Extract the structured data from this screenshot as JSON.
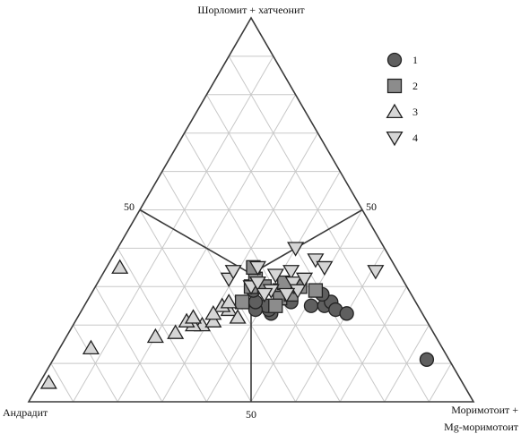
{
  "chart_data": {
    "type": "ternary",
    "apex_labels": {
      "top": "Шорломит + хатчеонит",
      "left": "Андрадит",
      "right_line1": "Моримотоит +",
      "right_line2": "Mg-моримотоит"
    },
    "tick_labels": {
      "left_edge_mid": "50",
      "right_edge_mid": "50",
      "bottom_edge_mid": "50"
    },
    "grid_step": 10,
    "legend": [
      {
        "label": "1",
        "marker": "circle",
        "fill": "#5f5f5f"
      },
      {
        "label": "2",
        "marker": "square",
        "fill": "#8c8c8c"
      },
      {
        "label": "3",
        "marker": "triangle-up",
        "fill": "#d6d6d6"
      },
      {
        "label": "4",
        "marker": "triangle-down",
        "fill": "#d6d6d6"
      }
    ],
    "series": [
      {
        "name": "1",
        "marker": "circle",
        "points": [
          {
            "top": 23,
            "left": 34,
            "right": 43
          },
          {
            "top": 24,
            "left": 34,
            "right": 42
          },
          {
            "top": 25,
            "left": 34,
            "right": 41
          },
          {
            "top": 24,
            "left": 37,
            "right": 39
          },
          {
            "top": 26,
            "left": 36,
            "right": 38
          },
          {
            "top": 29,
            "left": 35,
            "right": 36
          },
          {
            "top": 27,
            "left": 29,
            "right": 44
          },
          {
            "top": 26,
            "left": 28,
            "right": 46
          },
          {
            "top": 25,
            "left": 24,
            "right": 51
          },
          {
            "top": 25,
            "left": 21,
            "right": 54
          },
          {
            "top": 26,
            "left": 19,
            "right": 55
          },
          {
            "top": 24,
            "left": 19,
            "right": 57
          },
          {
            "top": 23,
            "left": 17,
            "right": 60
          },
          {
            "top": 28,
            "left": 20,
            "right": 52
          },
          {
            "top": 29,
            "left": 27,
            "right": 44
          },
          {
            "top": 11,
            "left": 5,
            "right": 84
          }
        ]
      },
      {
        "name": "2",
        "marker": "square",
        "points": [
          {
            "top": 26,
            "left": 39,
            "right": 35
          },
          {
            "top": 30,
            "left": 35,
            "right": 35
          },
          {
            "top": 32,
            "left": 33,
            "right": 35
          },
          {
            "top": 30,
            "left": 32,
            "right": 38
          },
          {
            "top": 29,
            "left": 29,
            "right": 42
          },
          {
            "top": 27,
            "left": 30,
            "right": 43
          },
          {
            "top": 28,
            "left": 27,
            "right": 45
          },
          {
            "top": 30,
            "left": 24,
            "right": 46
          },
          {
            "top": 29,
            "left": 21,
            "right": 50
          },
          {
            "top": 35,
            "left": 32,
            "right": 33
          },
          {
            "top": 31,
            "left": 27,
            "right": 42
          },
          {
            "top": 25,
            "left": 32,
            "right": 43
          }
        ]
      },
      {
        "name": "3",
        "marker": "triangle-up",
        "points": [
          {
            "top": 35,
            "left": 62,
            "right": 3
          },
          {
            "top": 14,
            "left": 79,
            "right": 7
          },
          {
            "top": 5,
            "left": 93,
            "right": 2
          },
          {
            "top": 17,
            "left": 63,
            "right": 20
          },
          {
            "top": 18,
            "left": 58,
            "right": 24
          },
          {
            "top": 20,
            "left": 51,
            "right": 29
          },
          {
            "top": 20,
            "left": 53,
            "right": 27
          },
          {
            "top": 21,
            "left": 54,
            "right": 25
          },
          {
            "top": 22,
            "left": 52,
            "right": 26
          },
          {
            "top": 21,
            "left": 48,
            "right": 31
          },
          {
            "top": 24,
            "left": 43,
            "right": 33
          },
          {
            "top": 25,
            "left": 44,
            "right": 31
          },
          {
            "top": 23,
            "left": 47,
            "right": 30
          },
          {
            "top": 26,
            "left": 42,
            "right": 32
          },
          {
            "top": 22,
            "left": 42,
            "right": 36
          }
        ]
      },
      {
        "name": "4",
        "marker": "triangle-down",
        "points": [
          {
            "top": 40,
            "left": 20,
            "right": 40
          },
          {
            "top": 37,
            "left": 17,
            "right": 46
          },
          {
            "top": 35,
            "left": 16,
            "right": 49
          },
          {
            "top": 34,
            "left": 24,
            "right": 42
          },
          {
            "top": 33,
            "left": 28,
            "right": 39
          },
          {
            "top": 35,
            "left": 31,
            "right": 34
          },
          {
            "top": 32,
            "left": 39,
            "right": 29
          },
          {
            "top": 30,
            "left": 35,
            "right": 35
          },
          {
            "top": 31,
            "left": 33,
            "right": 36
          },
          {
            "top": 29,
            "left": 31,
            "right": 40
          },
          {
            "top": 31,
            "left": 25,
            "right": 44
          },
          {
            "top": 29,
            "left": 25,
            "right": 46
          },
          {
            "top": 32,
            "left": 22,
            "right": 46
          },
          {
            "top": 34,
            "left": 5,
            "right": 61
          },
          {
            "top": 34,
            "left": 37,
            "right": 29
          },
          {
            "top": 28,
            "left": 33,
            "right": 39
          },
          {
            "top": 28,
            "left": 28,
            "right": 44
          }
        ]
      }
    ],
    "field_boundaries": [
      {
        "from": "left-edge-50",
        "to": "centroid"
      },
      {
        "from": "right-edge-50",
        "to": "centroid"
      },
      {
        "from": "bottom-edge-50",
        "to": "centroid"
      }
    ]
  }
}
